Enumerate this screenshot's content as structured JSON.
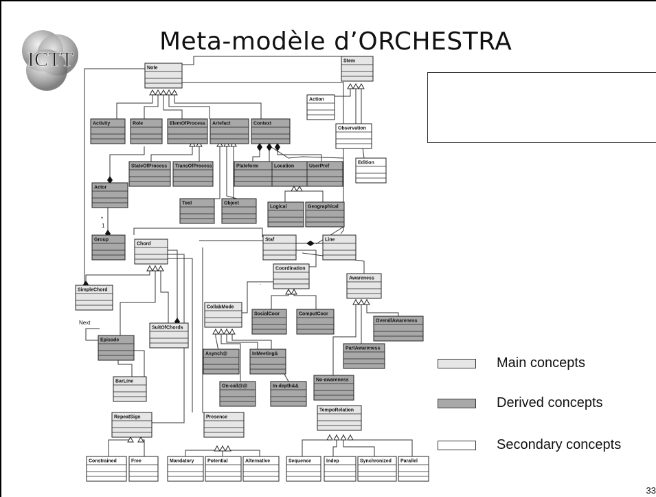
{
  "slide": {
    "title": "Meta-modèle d’ORCHESTRA",
    "page_number": "33",
    "logo_text": "ICTT"
  },
  "legend": {
    "main": {
      "label": "Main concepts",
      "color": "#e6e6e6"
    },
    "derived": {
      "label": "Derived concepts",
      "color": "#a8a8a8"
    },
    "secondary": {
      "label": "Secondary concepts",
      "color": "#ffffff"
    }
  },
  "diagram": {
    "annotations": {
      "next": "Next",
      "mult_star": "*",
      "mult_one": "1",
      "dot": "."
    },
    "classes": {
      "note": "Note",
      "stem": "Stem",
      "action": "Action",
      "observation": "Observation",
      "edition": "Edition",
      "activity": "Activity",
      "role": "Role",
      "elem_of_process": "ElemOfProcess",
      "artefact": "Artefact",
      "context": "Context",
      "state_of_process": "StateOfProcess",
      "trans_of_process": "TransOfProcess",
      "plateform": "Plateform",
      "location": "Location",
      "user_pref": "UserPref",
      "actor": "Actor",
      "tool": "Tool",
      "object": "Object",
      "logical": "Logical",
      "geographical": "Geographical",
      "group": "Group",
      "chord": "Chord",
      "staf": "Staf",
      "line": "Line",
      "simple_chord": "SimpleChord",
      "coordination": "Coordination",
      "awareness": "Awareness",
      "collab_mode": "CollabMode",
      "social_coor": "SocialCoor",
      "comput_coor": "ComputCoor",
      "overall_awareness": "OverallAwareness",
      "episode": "Episode",
      "suit_of_chords": "SuitOfChords",
      "asynch": "Asynch@",
      "in_meeting": "InMeeting&",
      "part_awareness": "PartAwareness",
      "bar_line": "BarLine",
      "on_call": "On-call@@",
      "in_depth": "In-depth&&",
      "no_awareness": "No-awareness",
      "repeat_sign": "RepeatSign",
      "presence": "Presence",
      "tempo_relation": "TempoRelation",
      "constrained": "Constrained",
      "free": "Free",
      "mandatory": "Mandatory",
      "potential": "Potential",
      "alternative": "Alternative",
      "sequence": "Sequence",
      "indep": "Indep",
      "synchronized": "Synchronized",
      "parallel": "Parallel"
    }
  }
}
